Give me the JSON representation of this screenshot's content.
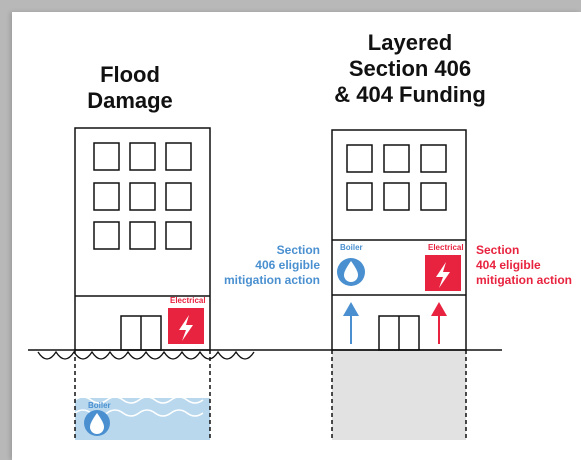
{
  "left_panel": {
    "title_line1": "Flood",
    "title_line2": "Damage",
    "boiler_label": "Boiler",
    "electrical_label": "Electrical"
  },
  "right_panel": {
    "title_line1": "Layered",
    "title_line2": "Section 406",
    "title_line3": "& 404 Funding",
    "boiler_label": "Boiler",
    "electrical_label": "Electrical"
  },
  "annotations": {
    "section406_line1": "Section",
    "section406_line2": "406 eligible",
    "section406_line3": "mitigation action",
    "section404_line1": "Section",
    "section404_line2": "404 eligible",
    "section404_line3": "mitigation action"
  },
  "colors": {
    "blue": "#4a90d0",
    "red": "#e8233f",
    "water": "#b9d8ee"
  },
  "icons": [
    "water-drop-icon",
    "lightning-bolt-icon",
    "arrow-up-icon"
  ]
}
